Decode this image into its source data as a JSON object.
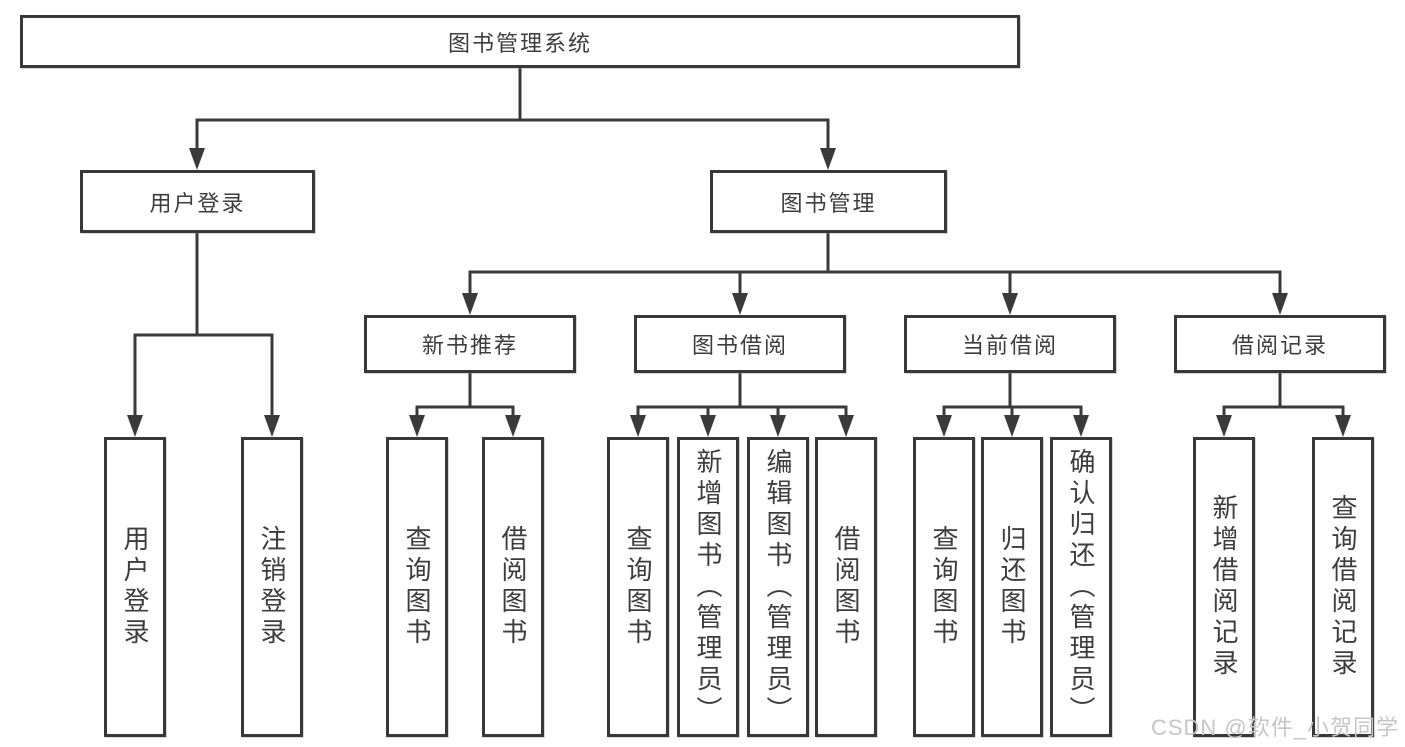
{
  "tree": {
    "root": "图书管理系统",
    "children": [
      {
        "label": "用户登录",
        "children": [
          {
            "label": "用户登录"
          },
          {
            "label": "注销登录"
          }
        ]
      },
      {
        "label": "图书管理",
        "children": [
          {
            "label": "新书推荐",
            "children": [
              {
                "label": "查询图书"
              },
              {
                "label": "借阅图书"
              }
            ]
          },
          {
            "label": "图书借阅",
            "children": [
              {
                "label": "查询图书"
              },
              {
                "label": "新增图书（管理员）"
              },
              {
                "label": "编辑图书（管理员）"
              },
              {
                "label": "借阅图书"
              }
            ]
          },
          {
            "label": "当前借阅",
            "children": [
              {
                "label": "查询图书"
              },
              {
                "label": "归还图书"
              },
              {
                "label": "确认归还（管理员）"
              }
            ]
          },
          {
            "label": "借阅记录",
            "children": [
              {
                "label": "新增借阅记录"
              },
              {
                "label": "查询借阅记录"
              }
            ]
          }
        ]
      }
    ]
  },
  "watermark": "CSDN @软件_小贺同学",
  "colors": {
    "line": "#3a3a3a",
    "box_border": "#383838",
    "text": "#3d3d3d",
    "watermark": "#c6c6c6",
    "background": "#ffffff"
  }
}
